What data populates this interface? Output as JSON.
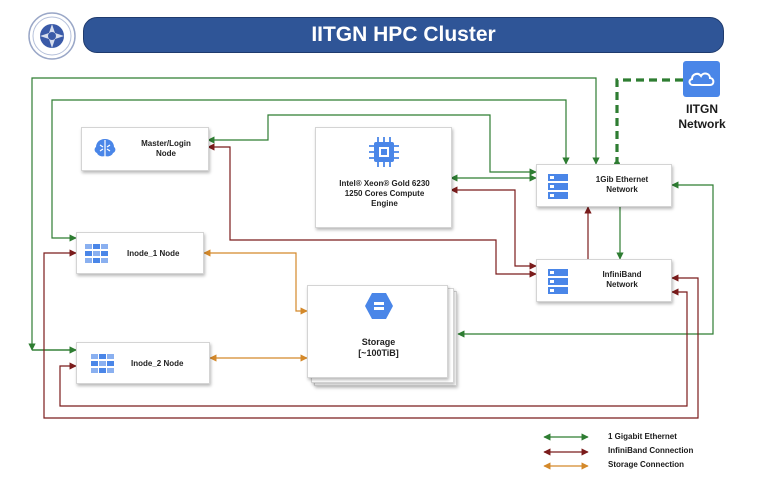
{
  "header": {
    "title": "IITGN HPC Cluster"
  },
  "nodes": {
    "master": "Master/Login\nNode",
    "compute": "Intel® Xeon® Gold 6230\n1250 Cores Compute\nEngine",
    "ethernet": "1Gib Ethernet\nNetwork",
    "infiniband": "InfiniBand\nNetwork",
    "inode1": "Inode_1 Node",
    "inode2": "Inode_2 Node",
    "storage": "Storage\n[~100TiB]"
  },
  "cloud": {
    "label": "IITGN\nNetwork"
  },
  "legend": [
    {
      "label": "1 Gigabit Ethernet",
      "color": "#2e7d32"
    },
    {
      "label": "InfiniBand Connection",
      "color": "#7b1c1c"
    },
    {
      "label": "Storage Connection",
      "color": "#d4892a"
    }
  ],
  "colors": {
    "ethernet": "#2e7d32",
    "infiniband": "#7b1c1c",
    "storage": "#d4892a",
    "banner": "#2f5597",
    "icon_blue": "#4a86e8"
  }
}
